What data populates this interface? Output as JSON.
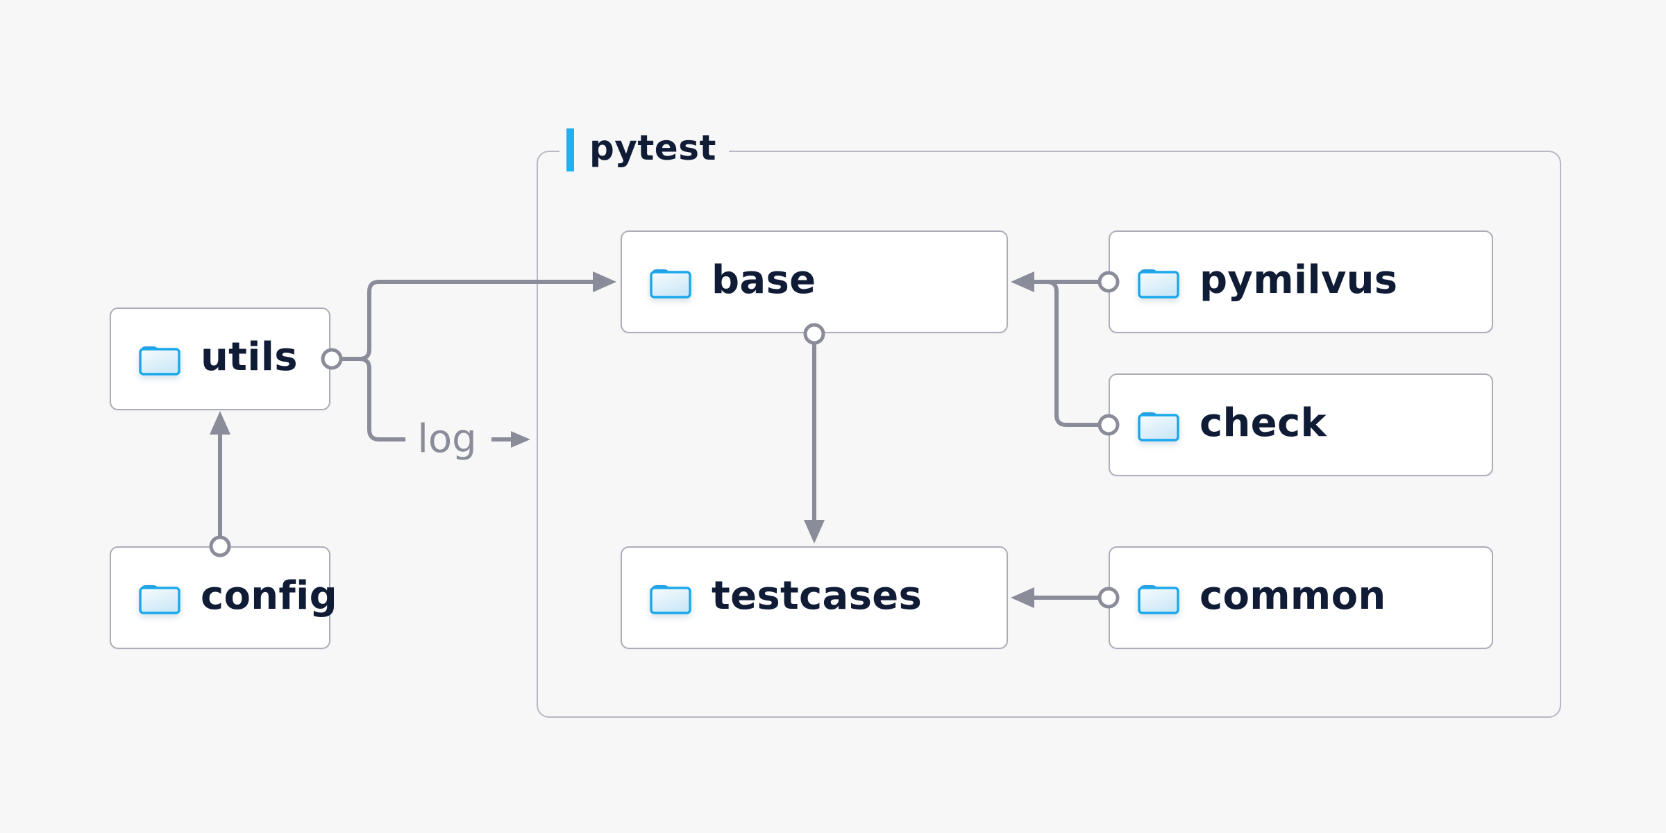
{
  "diagram": {
    "title_group": "pytest",
    "type": "folder-dependency-diagram"
  },
  "group": {
    "label": "pytest"
  },
  "nodes": {
    "utils": {
      "label": "utils"
    },
    "config": {
      "label": "config"
    },
    "base": {
      "label": "base"
    },
    "testcases": {
      "label": "testcases"
    },
    "pymilvus": {
      "label": "pymilvus"
    },
    "check": {
      "label": "check"
    },
    "common": {
      "label": "common"
    }
  },
  "labels": {
    "log": "log"
  },
  "edges": [
    {
      "from": "config",
      "to": "utils",
      "style": "circle-start, arrow-end"
    },
    {
      "from": "utils",
      "to": "base",
      "style": "circle-start, arrow-end"
    },
    {
      "from": "utils",
      "to": "pytest-group",
      "label": "log",
      "style": "circle-start, arrow-end"
    },
    {
      "from": "pymilvus",
      "to": "base",
      "style": "circle-start, arrow-end"
    },
    {
      "from": "check",
      "to": "base",
      "style": "circle-start, merges into pymilvus wire"
    },
    {
      "from": "base",
      "to": "testcases",
      "style": "circle-start, arrow-end"
    },
    {
      "from": "common",
      "to": "testcases",
      "style": "circle-start, arrow-end"
    }
  ],
  "icons": {
    "folder": "blue-folder-icon"
  },
  "colors": {
    "background": "#f7f7f8",
    "node_fill": "#ffffff",
    "node_border": "#abadb9",
    "group_border": "#b6b8c4",
    "connector": "#8a8c99",
    "label_text": "#101c36",
    "log_text": "#8a8c99",
    "accent_bar": "#1db1f3",
    "folder_stroke": "#1aa8ec",
    "folder_tab": "#2b9cd8",
    "folder_fill_light": "#f8fcfe",
    "folder_fill_dark": "#cde8f7"
  }
}
